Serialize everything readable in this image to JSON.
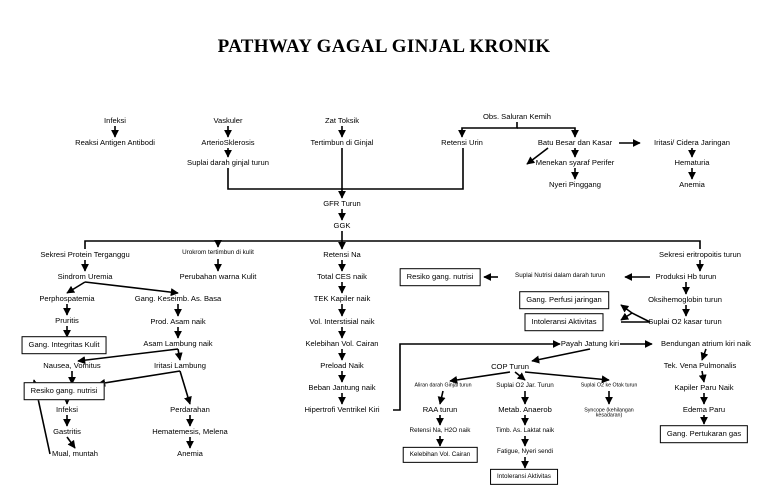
{
  "title": "PATHWAY GAGAL GINJAL KRONIK",
  "nodes": {
    "infeksi_top": "Infeksi",
    "reaksi_ag": "Reaksi Antigen Antibodi",
    "vaskuler": "Vaskuler",
    "arterio": "ArterioSklerosis",
    "suplai_ginjal": "Suplai darah ginjal turun",
    "zat_toksik": "Zat Toksik",
    "tertimbun": "Tertimbun di Ginjal",
    "obs_saluran": "Obs. Saluran Kemih",
    "retensi_urin": "Retensi Urin",
    "batu_besar": "Batu Besar dan Kasar",
    "iritasi_cidera": "Iritasi/ Cidera Jaringan",
    "menekan_syaraf": "Menekan syaraf Perifer",
    "hematuria": "Hematuria",
    "nyeri_pinggang": "Nyeri Pinggang",
    "anemia_top": "Anemia",
    "gfr": "GFR Turun",
    "ggk": "GGK",
    "sekresi_protein": "Sekresi Protein Terganggu",
    "urokrom": "Urokrom tertimbun di kulit",
    "retensi_na": "Retensi Na",
    "sekresi_eritro": "Sekresi eritropoitis turun",
    "sindrom_uremia": "Sindrom Uremia",
    "perubahan_warna": "Perubahan warna Kulit",
    "total_ces": "Total CES naik",
    "resiko_nutrisi_r": "Resiko gang. nutrisi",
    "suplai_nutrisi": "Suplai Nutrisi dalam darah turun",
    "produksi_hb": "Produksi Hb turun",
    "perphospatemia": "Perphospatemia",
    "gang_keseimb": "Gang. Keseimb. As. Basa",
    "tek_kapiler": "TEK Kapiler naik",
    "gang_perfusi": "Gang. Perfusi jaringan",
    "oksihemo": "Oksihemoglobin turun",
    "pruritis": "Pruritis",
    "prod_asam": "Prod. Asam naik",
    "vol_interstisial": "Vol. Interstisial naik",
    "intoleransi_1": "Intoleransi Aktivitas",
    "suplai_o2_kasar": "Suplai O2 kasar turun",
    "gang_integritas": "Gang. Integritas Kulit",
    "asam_lambung": "Asam Lambung naik",
    "kelebihan_vol_1": "Kelebihan Vol. Cairan",
    "payah_jantung": "Payah Jatung kiri",
    "bendungan": "Bendungan atrium kiri naik",
    "nausea": "Nausea, Vomitus",
    "iritasi_lambung": "Iritasi Lambung",
    "preload": "Preload Naik",
    "cop_turun": "COP Turun",
    "tek_vena": "Tek. Vena Pulmonalis",
    "resiko_nutrisi_l": "Resiko gang. nutrisi",
    "beban_jantung": "Beban Jantung naik",
    "aliran_darah": "Aliran darah Ginjal turun",
    "suplai_o2_jar": "Suplai O2 Jar. Turun",
    "suplai_o2_otak": "Suplai O2 ke Otak turun",
    "kapiler_paru": "Kapiler Paru Naik",
    "infeksi_mid": "Infeksi",
    "perdarahan": "Perdarahan",
    "hipertrofi": "Hipertrofi Ventrikel Kiri",
    "raa_turun": "RAA turun",
    "metab_anaerob": "Metab. Anaerob",
    "syncope": "Syncope (kehilangan kesadaran)",
    "edema_paru": "Edema Paru",
    "gastritis": "Gastritis",
    "hematemesis": "Hematemesis, Melena",
    "retensi_h2o": "Retensi Na, H2O naik",
    "timb_laktat": "Timb. As. Laktat naik",
    "gang_pertukaran": "Gang. Pertukaran gas",
    "mual": "Mual, muntah",
    "anemia_bot": "Anemia",
    "kelebihan_vol_2": "Kelebihan Vol. Cairan",
    "fatigue": "Fatigue, Nyeri sendi",
    "intoleransi_2": "Intoleransi Aktivitas"
  }
}
